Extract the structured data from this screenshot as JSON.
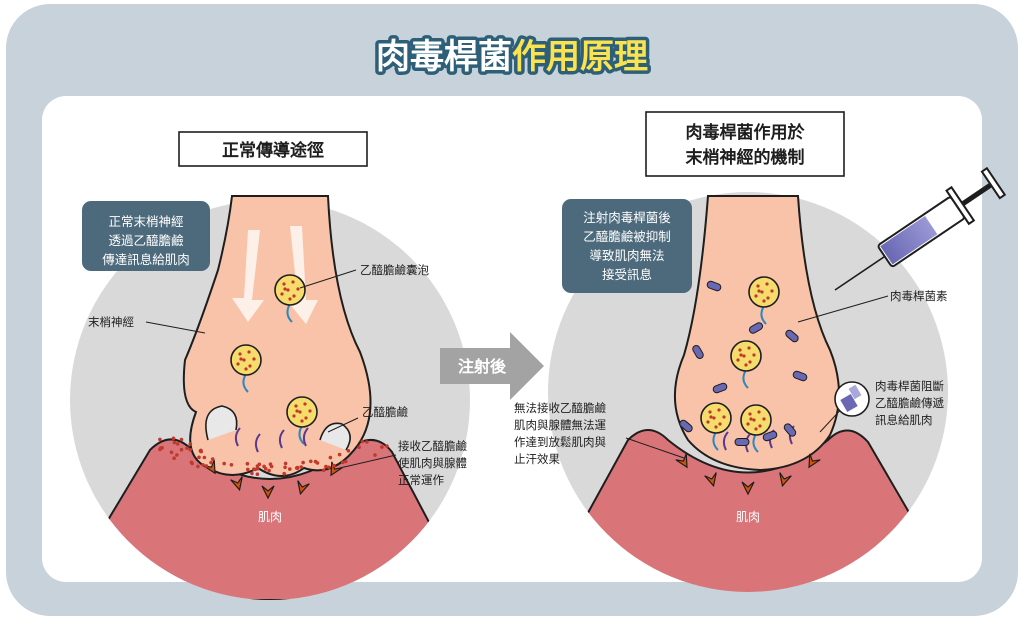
{
  "title": {
    "part1": "肉毒桿菌",
    "part2": "作用原理"
  },
  "colors": {
    "outer_bg": "#c8d2da",
    "panel_bg": "#ffffff",
    "title_blue": "#2d5f79",
    "title_yellow": "#fbe34f",
    "circle_gray": "#d9d9d9",
    "nerve_fill": "#f8c3a8",
    "muscle_fill": "#d97479",
    "info_box": "#4d6a7c",
    "vesicle_fill": "#f6dc6c",
    "dot_red": "#c0392b",
    "toxin_purple": "#6a68b3",
    "arrow_gray": "#a3a3a3"
  },
  "left": {
    "heading": "正常傳導途徑",
    "info_lines": [
      "正常末梢神經",
      "透過乙醯膽鹼",
      "傳達訊息給肌肉"
    ],
    "label_vesicle": "乙醯膽鹼囊泡",
    "label_nerve": "末梢神經",
    "label_ach": "乙醯膽鹼",
    "label_receive_lines": [
      "接收乙醯膽鹼",
      "使肌肉與腺體",
      "正常運作"
    ],
    "muscle": "肌肉"
  },
  "middle": {
    "arrow_label": "注射後"
  },
  "right": {
    "heading_lines": [
      "肉毒桿菌作用於",
      "末梢神經的機制"
    ],
    "info_lines": [
      "注射肉毒桿菌後",
      "乙醯膽鹼被抑制",
      "導致肌肉無法",
      "接受訊息"
    ],
    "label_toxin": "肉毒桿菌素",
    "label_block_lines": [
      "肉毒桿菌阻斷",
      "乙醯膽鹼傳遞",
      "訊息給肌肉"
    ],
    "label_fail_lines": [
      "無法接收乙醯膽鹼",
      "肌肉與腺體無法運",
      "作達到放鬆肌肉與",
      "止汗效果"
    ],
    "muscle": "肌肉"
  }
}
